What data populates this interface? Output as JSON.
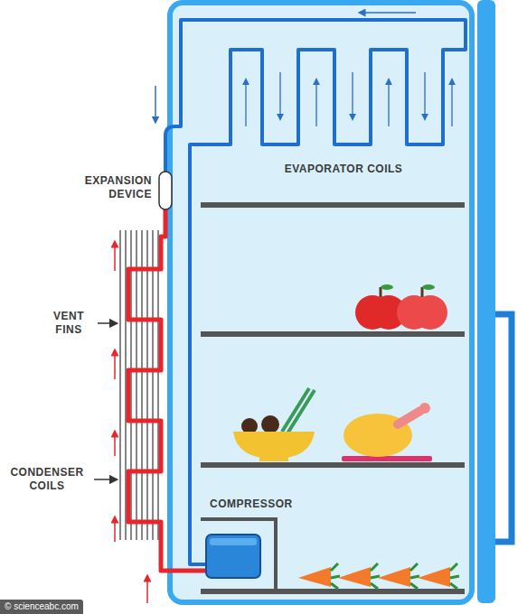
{
  "diagram": {
    "labels": [
      "EVAPORATOR COILS",
      "EXPANSION DEVICE",
      "VENT FINS",
      "CONDENSER COILS",
      "COMPRESSOR",
      "© scienceabc.com"
    ]
  }
}
